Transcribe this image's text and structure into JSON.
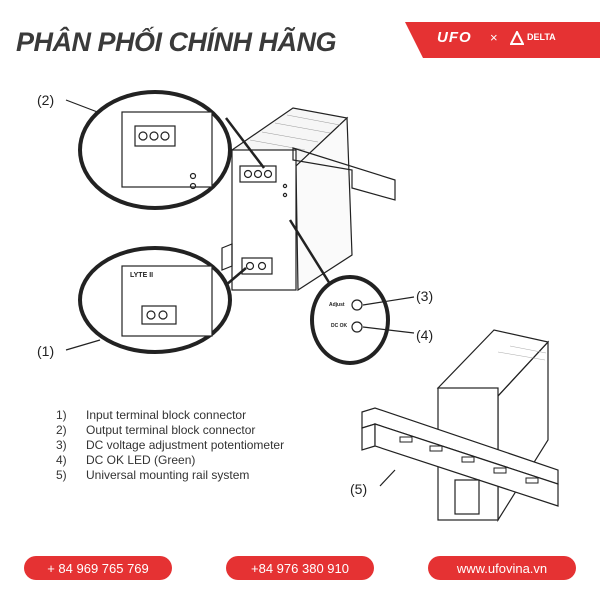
{
  "header": {
    "title": "PHÂN PHỐI CHÍNH HÃNG",
    "brand_left": "UFO",
    "brand_sep": "×",
    "brand_right": "DELTA"
  },
  "callouts": [
    "(1)",
    "(2)",
    "(3)",
    "(4)",
    "(5)"
  ],
  "device_labels": {
    "adjust": "Adjust",
    "dc_ok": "DC OK",
    "model": "LYTE II"
  },
  "legend": [
    {
      "num": "1)",
      "text": "Input terminal block connector"
    },
    {
      "num": "2)",
      "text": "Output terminal block connector"
    },
    {
      "num": "3)",
      "text": "DC voltage adjustment potentiometer"
    },
    {
      "num": "4)",
      "text": "DC OK LED (Green)"
    },
    {
      "num": "5)",
      "text": "Universal mounting rail system"
    }
  ],
  "footer": {
    "phone1": "+ 84 969 765 769",
    "phone2": "+84 976 380 910",
    "website": "www.ufovina.vn"
  },
  "colors": {
    "accent": "#e53233",
    "title": "#3a3a3a"
  }
}
